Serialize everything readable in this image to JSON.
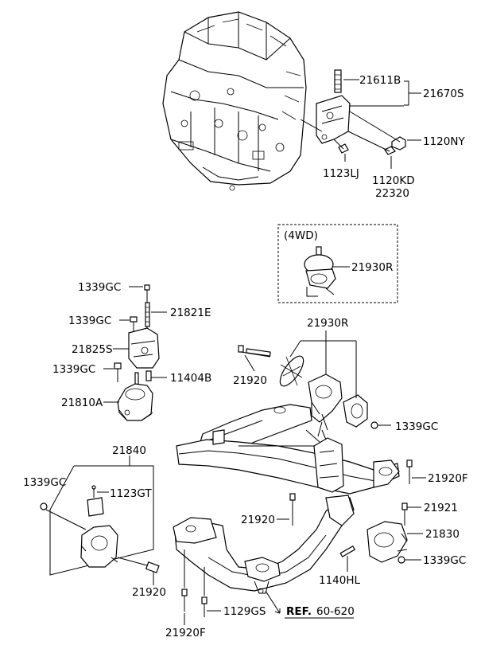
{
  "labels": {
    "p21611B": "21611B",
    "p21670S": "21670S",
    "p1120NY": "1120NY",
    "p1123LJ": "1123LJ",
    "p1120KD": "1120KD",
    "p22320": "22320",
    "box_4wd": "(4WD)",
    "p21930R_top": "21930R",
    "p1339GC_a": "1339GC",
    "p21821E": "21821E",
    "p1339GC_b": "1339GC",
    "p21825S": "21825S",
    "p1339GC_c": "1339GC",
    "p11404B": "11404B",
    "p21810A": "21810A",
    "p21930R": "21930R",
    "p21920_a": "21920",
    "p1339GC_d": "1339GC",
    "p21840": "21840",
    "p1339GC_e": "1339GC",
    "p1123GT": "1123GT",
    "p21920F_r": "21920F",
    "p21920_b": "21920",
    "p21921": "21921",
    "p21830": "21830",
    "p1339GC_f": "1339GC",
    "p1140HL": "1140HL",
    "p21920_c": "21920",
    "p1129GS": "1129GS",
    "p21920F_b": "21920F",
    "ref_bold": "REF.",
    "ref_num": "60-620"
  }
}
